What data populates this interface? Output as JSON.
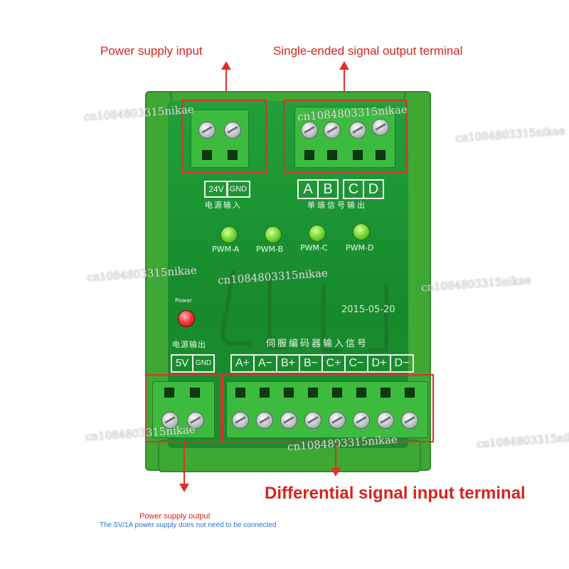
{
  "callouts": {
    "power_input": "Power supply input",
    "single_ended_output": "Single-ended signal output terminal",
    "differential_input": "Differential signal input terminal",
    "power_output": "Power supply output",
    "power_output_note": "The 5V/1A power supply does not need to be connected"
  },
  "board": {
    "input_labels": [
      "24V",
      "GND"
    ],
    "input_caption": "电源输入",
    "output_labels": [
      "A",
      "B",
      "C",
      "D"
    ],
    "output_caption": "单端信号输出",
    "leds": [
      "PWM-A",
      "PWM-B",
      "PWM-C",
      "PWM-D"
    ],
    "power_led_label": "Power",
    "power_output_caption": "电源输出",
    "date": "2015-05-20",
    "encoder_caption": "伺服编码器输入信号",
    "power_out_labels": [
      "5V",
      "GND"
    ],
    "diff_labels": [
      "A+",
      "A−",
      "B+",
      "B−",
      "C+",
      "C−",
      "D+",
      "D−"
    ]
  },
  "watermark": "cn1084803315nikae",
  "colors": {
    "callout_red": "#d9231d",
    "note_blue": "#2b6fd6",
    "pcb_green": "#1a8e2f",
    "enclosure_green": "#3ea834"
  }
}
